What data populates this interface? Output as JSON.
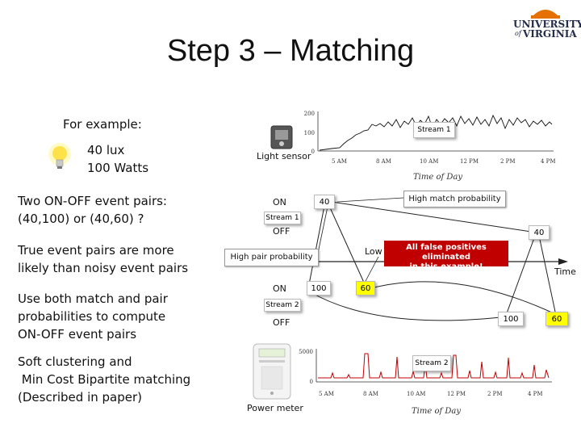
{
  "slide": {
    "title": "Step 3 – Matching",
    "logo_line1": "UNIVERSITY",
    "logo_of": "of",
    "logo_line2": "VIRGINIA"
  },
  "left_text": {
    "example_label": "For example:",
    "lux": "40 lux",
    "watts": "100 Watts",
    "event_pairs_line1": "Two ON-OFF event pairs:",
    "event_pairs_line2": "(40,100) or (40,60) ?",
    "true_pairs_line1": "True event pairs are more",
    "true_pairs_line2": "likely than noisy event pairs",
    "use_both_line1": "Use both match and pair",
    "use_both_line2": "probabilities to compute",
    "use_both_line3": "ON-OFF event pairs",
    "soft_line1": "Soft clustering and",
    "soft_line2": " Min Cost Bipartite matching",
    "soft_line3": "(Described in paper)"
  },
  "diagram": {
    "light_sensor_label": "Light sensor",
    "power_meter_label": "Power meter",
    "stream1_label": "Stream 1",
    "stream2_label": "Stream 2",
    "on1": "ON",
    "off1": "OFF",
    "on2": "ON",
    "off2": "OFF",
    "val_40_on": "40",
    "val_40_off": "40",
    "val_100_on": "100",
    "val_60_on": "60",
    "val_100_off": "100",
    "val_60_off": "60",
    "high_match": "High match probability",
    "high_pair": "High pair probability",
    "low_partial": "Low",
    "false_positives_line1": "All false positives eliminated",
    "false_positives_line2": "in this example!",
    "time_label": "Time",
    "accent_red": "#c00000",
    "highlight_yellow": "#ffff00"
  },
  "chart_data": [
    {
      "type": "line",
      "series": [
        {
          "name": "Stream 1"
        }
      ],
      "yticks": [
        "0",
        "100",
        "200"
      ],
      "xticks": [
        "5 AM",
        "8 AM",
        "10 AM",
        "12 PM",
        "2 PM",
        "4 PM"
      ],
      "xlabel": "Time of Day",
      "ylim": [
        0,
        200
      ]
    },
    {
      "type": "line",
      "series": [
        {
          "name": "Stream 2"
        }
      ],
      "yticks": [
        "0",
        "5000"
      ],
      "xticks": [
        "5 AM",
        "8 AM",
        "10 AM",
        "12 PM",
        "2 PM",
        "4 PM"
      ],
      "xlabel": "Time of Day",
      "ylim": [
        0,
        5000
      ]
    }
  ]
}
